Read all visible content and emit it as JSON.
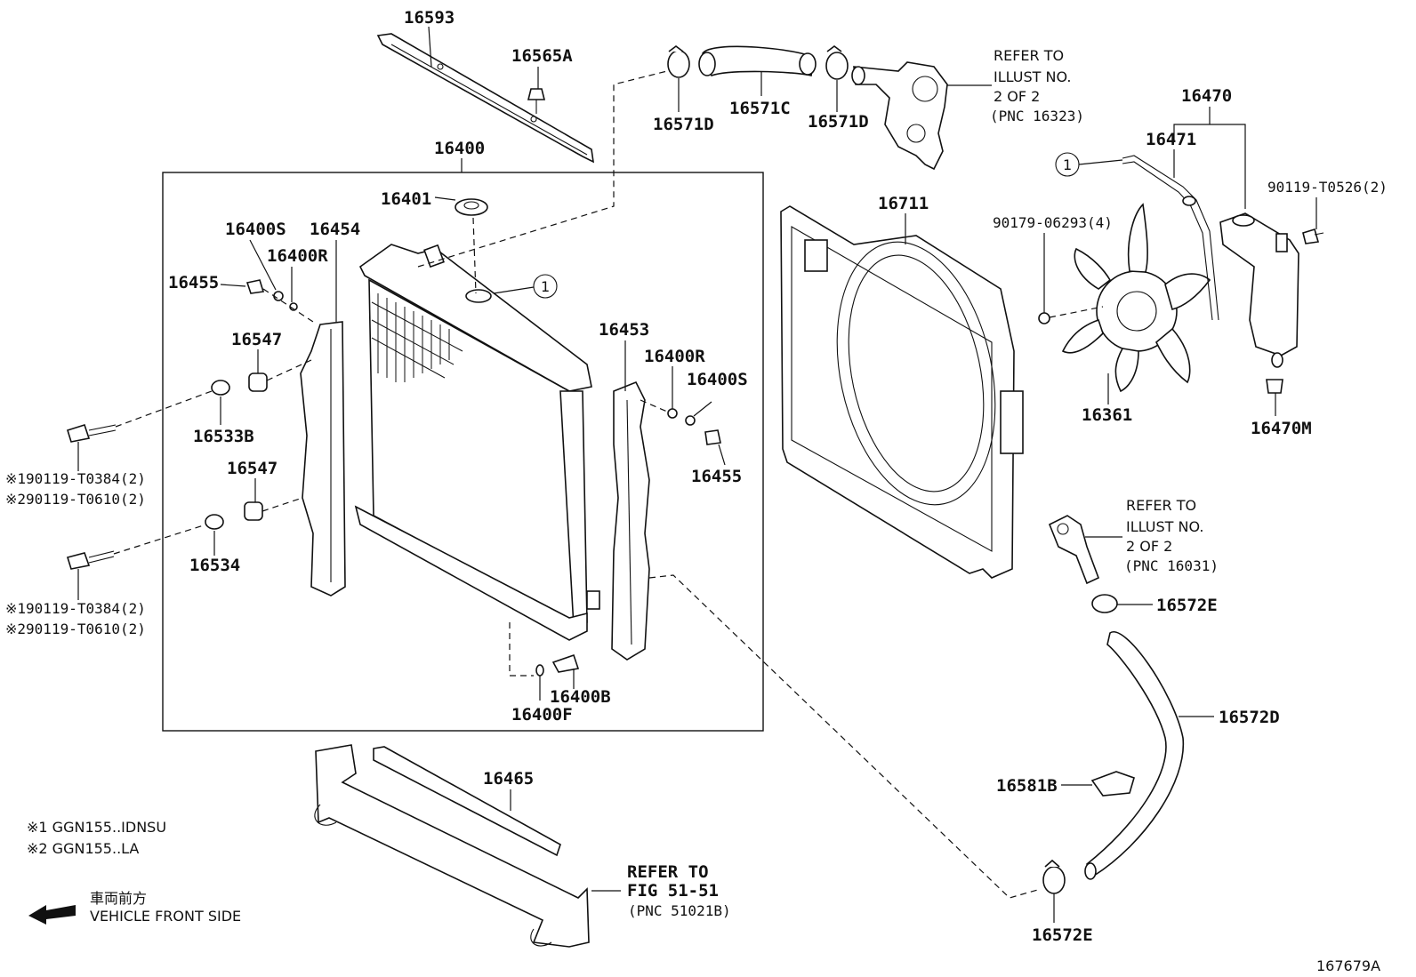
{
  "labels": {
    "p16593": "16593",
    "p16565A": "16565A",
    "p16571D_a": "16571D",
    "p16571C": "16571C",
    "p16571D_b": "16571D",
    "p16400": "16400",
    "p16401": "16401",
    "p16400S_a": "16400S",
    "p16454": "16454",
    "p16400R_a": "16400R",
    "p16455_a": "16455",
    "p16547_a": "16547",
    "p16533B": "16533B",
    "p16547_b": "16547",
    "p16534": "16534",
    "p16453": "16453",
    "p16400R_b": "16400R",
    "p16400S_b": "16400S",
    "p16455_b": "16455",
    "p16400B": "16400B",
    "p16400F": "16400F",
    "p16465": "16465",
    "p16711": "16711",
    "p16470": "16470",
    "p16471": "16471",
    "p90119_T0526": "90119-T0526(2)",
    "p90179_06293": "90179-06293(4)",
    "p16361": "16361",
    "p16470M": "16470M",
    "p16572E_a": "16572E",
    "p16572D": "16572D",
    "p16581B": "16581B",
    "p16572E_b": "16572E",
    "bolt_a_1": "※190119-T0384(2)",
    "bolt_a_2": "※290119-T0610(2)",
    "bolt_b_1": "※190119-T0384(2)",
    "bolt_b_2": "※290119-T0610(2)"
  },
  "refs": {
    "ref1": [
      "REFER TO",
      "ILLUST NO.",
      "2 OF 2",
      "(PNC 16323)"
    ],
    "ref2": [
      "REFER TO",
      "ILLUST NO.",
      "2 OF 2",
      "(PNC 16031)"
    ],
    "ref3": [
      "REFER TO",
      "FIG 51-51",
      "(PNC 51021B)"
    ]
  },
  "circle_marker": "1",
  "notes": {
    "note1": "※1 GGN155..IDNSU",
    "note2": "※2 GGN155..LA"
  },
  "front": {
    "jp": "車両前方",
    "en": "VEHICLE FRONT SIDE"
  },
  "illustration_id": "167679A"
}
